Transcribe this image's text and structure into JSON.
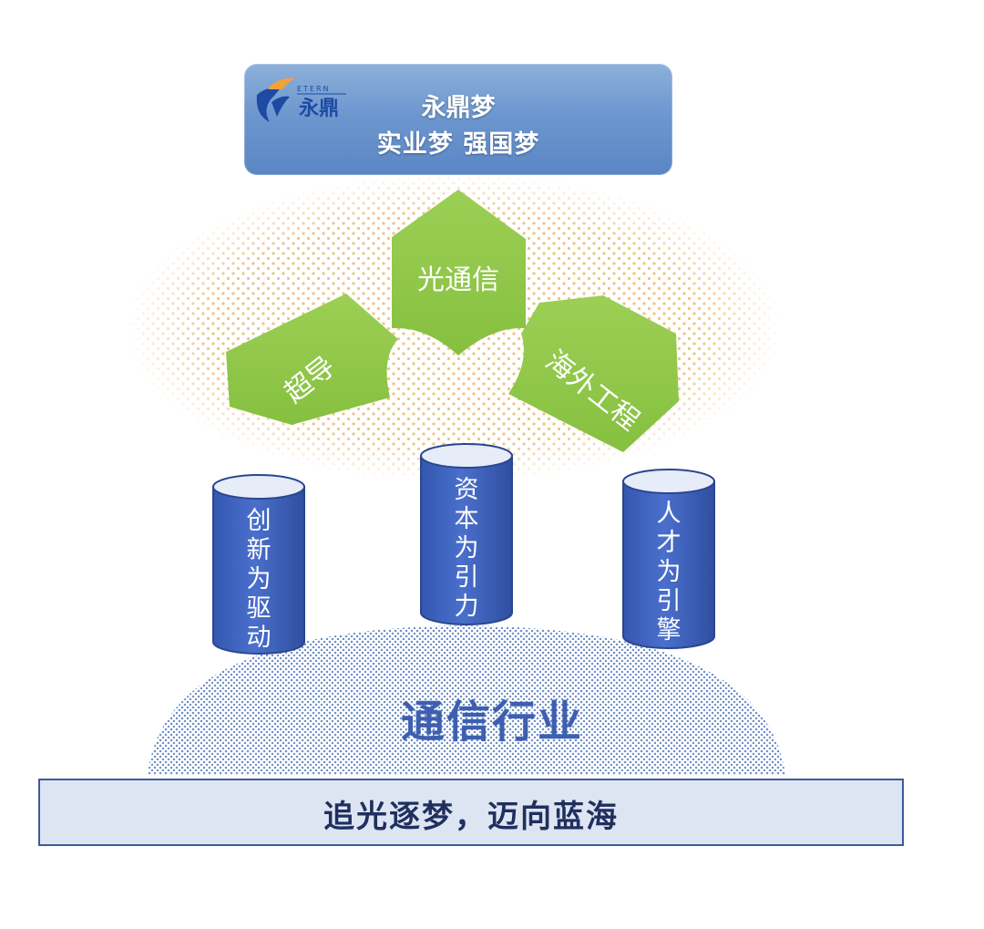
{
  "banner": {
    "logo_text": "永鼎",
    "logo_brand": "ETERN",
    "line1": "永鼎梦",
    "line2": "实业梦  强国梦"
  },
  "petals": {
    "top": "光通信",
    "left": "超导",
    "right": "海外工程"
  },
  "pillars": {
    "left": "创新为驱动",
    "center": "资本为引力",
    "right": "人才为引擎"
  },
  "industry": "通信行业",
  "slogan": "追光逐梦，迈向蓝海",
  "colors": {
    "banner_blue": "#6e97cf",
    "petal_green": "#8bc34a",
    "pillar_blue": "#3f63bf",
    "dot_orange": "#f3c98b",
    "dome_dot_blue": "#6f8fc7",
    "slogan_bg": "#dde5f2",
    "slogan_border": "#3e5a9e"
  }
}
